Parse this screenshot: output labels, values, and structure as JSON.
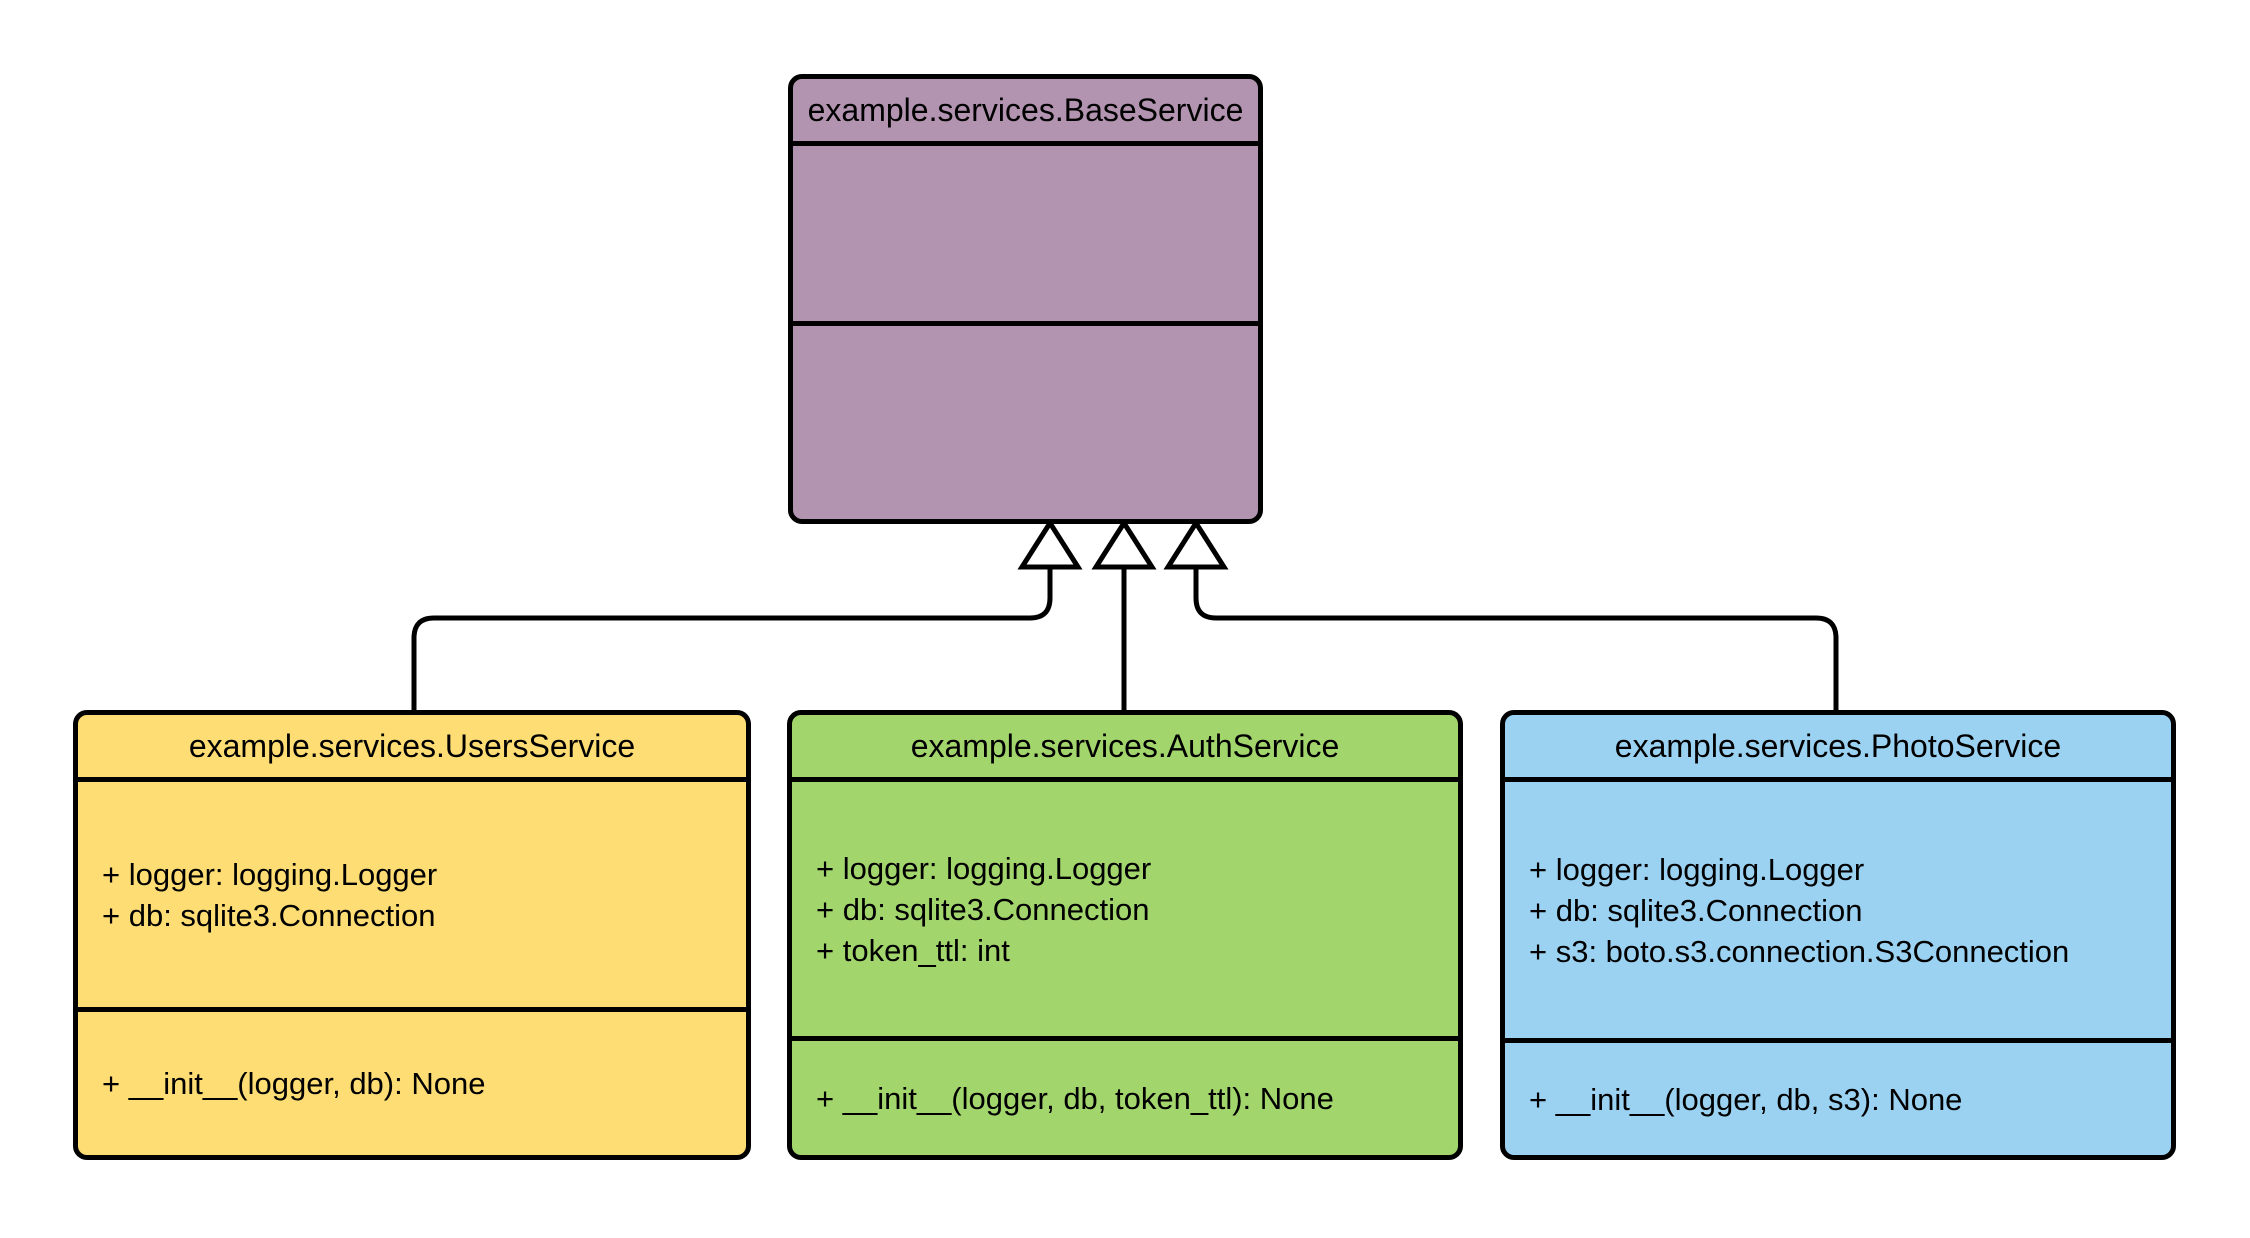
{
  "diagram": {
    "type": "uml-class-diagram",
    "background_color": "#ffffff",
    "stroke_color": "#000000",
    "arrowhead_fill": "#ffffff",
    "classes": [
      {
        "id": "base",
        "title": "example.services.BaseService",
        "fill": "#b293b0",
        "attributes": [],
        "methods": []
      },
      {
        "id": "users",
        "title": "example.services.UsersService",
        "fill": "#fedd74",
        "attributes": [
          "+ logger: logging.Logger",
          "+ db: sqlite3.Connection"
        ],
        "methods": [
          "+ __init__(logger, db): None"
        ]
      },
      {
        "id": "auth",
        "title": "example.services.AuthService",
        "fill": "#a3d56d",
        "attributes": [
          "+ logger: logging.Logger",
          "+ db: sqlite3.Connection",
          "+ token_ttl: int"
        ],
        "methods": [
          "+ __init__(logger, db, token_ttl): None"
        ]
      },
      {
        "id": "photo",
        "title": "example.services.PhotoService",
        "fill": "#9bd2f2",
        "attributes": [
          "+ logger: logging.Logger",
          "+ db: sqlite3.Connection",
          "+ s3: boto.s3.connection.S3Connection"
        ],
        "methods": [
          "+ __init__(logger, db, s3): None"
        ]
      }
    ],
    "relations": [
      {
        "type": "inheritance",
        "from": "example.services.UsersService",
        "to": "example.services.BaseService"
      },
      {
        "type": "inheritance",
        "from": "example.services.AuthService",
        "to": "example.services.BaseService"
      },
      {
        "type": "inheritance",
        "from": "example.services.PhotoService",
        "to": "example.services.BaseService"
      }
    ]
  }
}
